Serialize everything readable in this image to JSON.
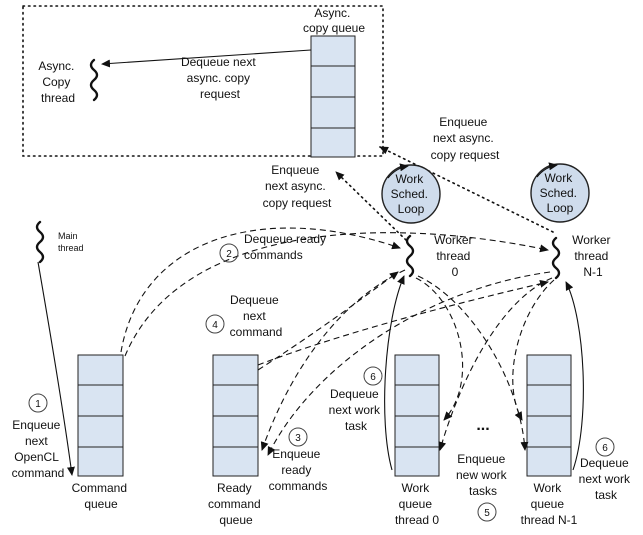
{
  "async_region": {
    "copy_queue_label": [
      "Async.",
      "copy queue"
    ],
    "copy_thread_label": [
      "Async.",
      "Copy",
      "thread"
    ],
    "dequeue_copy_label": [
      "Dequeue next",
      "async. copy",
      "request"
    ]
  },
  "loops": {
    "left_label": [
      "Work",
      "Sched.",
      "Loop"
    ],
    "right_label": [
      "Work",
      "Sched.",
      "Loop"
    ]
  },
  "labels": {
    "enqueue_copy_left": [
      "Enqueue",
      "next async.",
      "copy request"
    ],
    "enqueue_copy_right": [
      "Enqueue",
      "next async.",
      "copy request"
    ],
    "main_thread": [
      "Main",
      "thread"
    ],
    "dequeue_ready": [
      "Dequeue ready",
      "commands"
    ],
    "worker_0": [
      "Worker",
      "thread",
      "0"
    ],
    "worker_n": [
      "Worker",
      "thread",
      "N-1"
    ],
    "dequeue_next_cmd": [
      "Dequeue",
      "next",
      "command"
    ],
    "enqueue_next_opencl": [
      "Enqueue",
      "next",
      "OpenCL",
      "command"
    ],
    "command_queue": [
      "Command",
      "queue"
    ],
    "ready_queue": [
      "Ready",
      "command",
      "queue"
    ],
    "enqueue_ready": [
      "Enqueue",
      "ready",
      "commands"
    ],
    "dequeue_work_0": [
      "Dequeue",
      "next work",
      "task"
    ],
    "enqueue_new_work": [
      "Enqueue",
      "new work",
      "tasks"
    ],
    "dequeue_work_n": [
      "Dequeue",
      "next work",
      "task"
    ],
    "wq_0": [
      "Work",
      "queue",
      "thread 0"
    ],
    "wq_n": [
      "Work",
      "queue",
      "thread N-1"
    ],
    "ellipsis": "..."
  },
  "steps": {
    "s1": "1",
    "s2": "2",
    "s3": "3",
    "s4": "4",
    "s5": "5",
    "s6a": "6",
    "s6b": "6"
  }
}
